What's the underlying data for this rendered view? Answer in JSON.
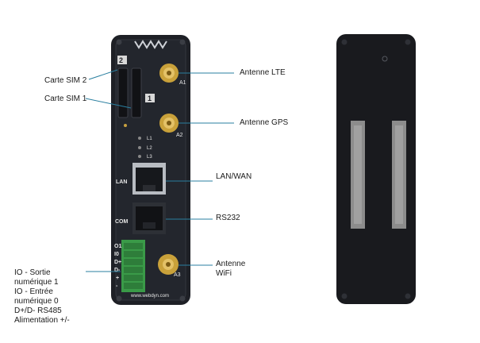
{
  "labels": {
    "sim2": "Carte SIM 2",
    "sim1": "Carte SIM 1",
    "lte": "Antenne LTE",
    "gps": "Antenne GPS",
    "lanwan": "LAN/WAN",
    "rs232": "RS232",
    "wifi": "Antenne\nWiFi",
    "io": "IO - Sortie\nnumérique 1\nIO - Entrée\nnumérique 0\nD+/D- RS485\nAlimentation +/-"
  },
  "device_markings": {
    "sim2_number": "2",
    "sim1_number": "1",
    "a1": "A1",
    "a2": "A2",
    "a3": "A3",
    "l1": "L1",
    "l2": "L2",
    "l3": "L3",
    "lan": "LAN",
    "com": "COM",
    "pin_o1": "O1",
    "pin_i0": "I0",
    "pin_dplus": "D+",
    "pin_dminus": "D-",
    "pin_plus": "+",
    "pin_minus": "-",
    "website": "www.webdyn.com"
  },
  "colors": {
    "device_body": "#1e2026",
    "device_back": "#191a1e",
    "antenna_gold": "#c9a13a",
    "terminal_green": "#3a9a48",
    "callout_line": "#2a7fa0",
    "din_clip": "#8c8c8c"
  }
}
